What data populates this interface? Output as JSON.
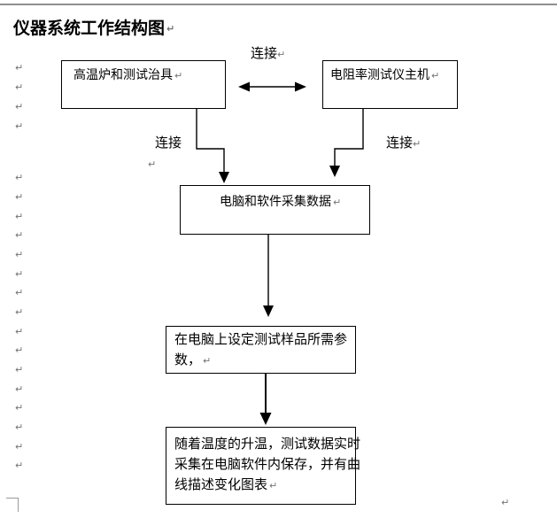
{
  "glyphs": {
    "pilcrow": "↵"
  },
  "header": {
    "title": "仪器系统工作结构图"
  },
  "connections": {
    "top": "连接",
    "left": "连接",
    "right": "连接"
  },
  "flowchart": {
    "furnace_box": "高温炉和测试治具",
    "host_box": "电阻率测试仪主机",
    "computer_box": "电脑和软件采集数据",
    "params_box_line1": "在电脑上设定测试样品所需参",
    "params_box_line2": "数，",
    "result_box_line1": "随着温度的升温，测试数据实时",
    "result_box_line2": "采集在电脑软件内保存，并有曲",
    "result_box_line3": "线描述变化图表"
  },
  "margin": {
    "marks_y": [
      80,
      102,
      124,
      146,
      204,
      226,
      248,
      269,
      291,
      313,
      334,
      356,
      378,
      399,
      421,
      443,
      464,
      486,
      508,
      529
    ]
  },
  "colors": {
    "line": "#000000",
    "mark": "#737373",
    "page_edge": "#8f8f8f"
  }
}
